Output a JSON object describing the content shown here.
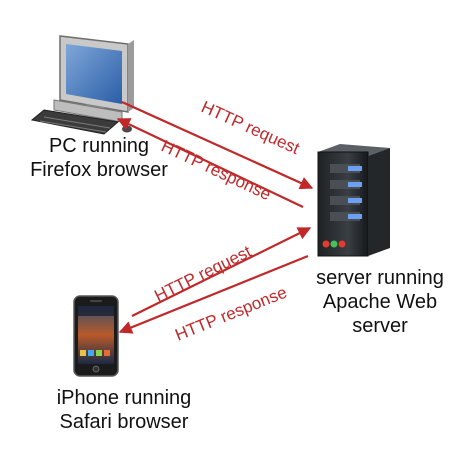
{
  "colors": {
    "arrow": "#c0282a",
    "text": "#111111",
    "server_body": "#2f3336",
    "server_bay_light": "#6da0f0",
    "led_red": "#e53b2e",
    "led_green": "#43c25a"
  },
  "nodes": {
    "pc": {
      "icon": "desktop-computer-icon",
      "label_line1": "PC running",
      "label_line2": "Firefox browser"
    },
    "server": {
      "icon": "tower-server-icon",
      "label_line1": "server running",
      "label_line2": "Apache Web",
      "label_line3": "server"
    },
    "iphone": {
      "icon": "smartphone-icon",
      "label_line1": "iPhone running",
      "label_line2": "Safari browser"
    }
  },
  "arrows": {
    "pc_request": "HTTP request",
    "pc_response": "HTTP response",
    "iphone_request": "HTTP request",
    "iphone_response": "HTTP response"
  }
}
